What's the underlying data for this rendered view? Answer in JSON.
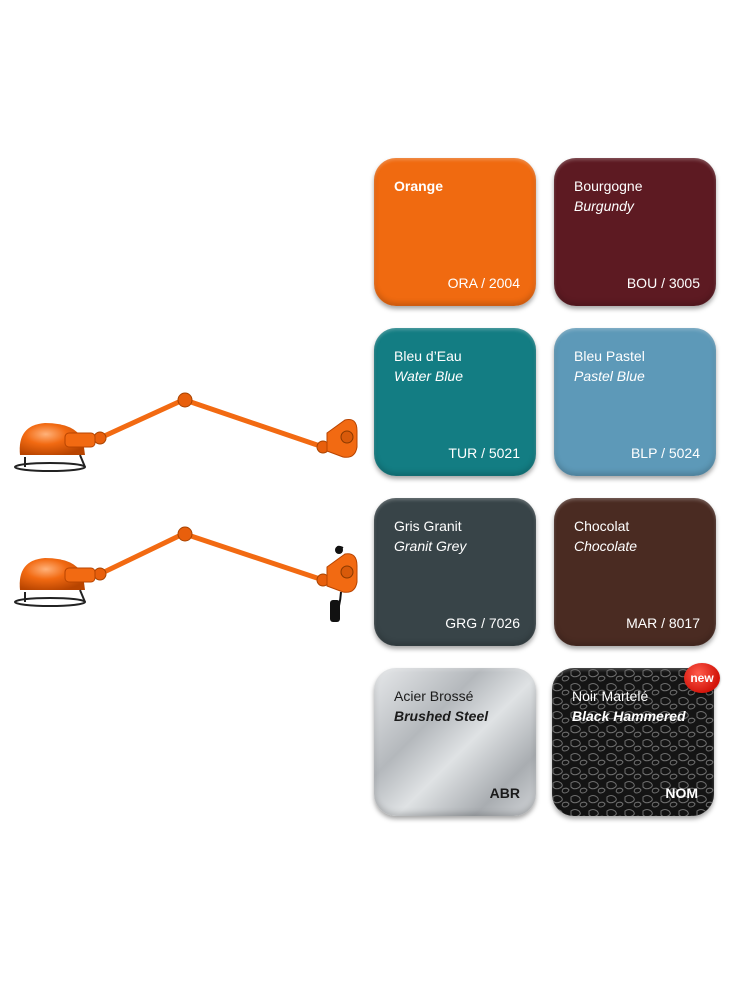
{
  "swatches": [
    {
      "id": "orange",
      "fr": "Orange",
      "en": "",
      "code": "ORA / 2004",
      "color": "#f06a10"
    },
    {
      "id": "burgundy",
      "fr": "Bourgogne",
      "en": "Burgundy",
      "code": "BOU / 3005",
      "color": "#5d1a22"
    },
    {
      "id": "water-blue",
      "fr": "Bleu d’Eau",
      "en": "Water Blue",
      "code": "TUR / 5021",
      "color": "#137d83"
    },
    {
      "id": "pastel-blue",
      "fr": "Bleu Pastel",
      "en": "Pastel Blue",
      "code": "BLP / 5024",
      "color": "#5d99b8"
    },
    {
      "id": "granit-grey",
      "fr": "Gris Granit",
      "en": "Granit Grey",
      "code": "GRG / 7026",
      "color": "#384448"
    },
    {
      "id": "chocolate",
      "fr": "Chocolat",
      "en": "Chocolate",
      "code": "MAR / 8017",
      "color": "#4a2b22"
    },
    {
      "id": "brushed-steel",
      "fr": "Acier Brossé",
      "en": "Brushed Steel",
      "code": "ABR",
      "color": "#c9cccf"
    },
    {
      "id": "black-hammered",
      "fr": "Noir Martelé",
      "en": "Black Hammered",
      "code": "NOM",
      "color": "#1a1a1a"
    }
  ],
  "badge": {
    "label": "new",
    "color": "#d3140a"
  },
  "lamps": [
    {
      "name": "wall-lamp-plain",
      "color": "#f26a12"
    },
    {
      "name": "wall-lamp-with-switch",
      "color": "#f26a12"
    }
  ]
}
